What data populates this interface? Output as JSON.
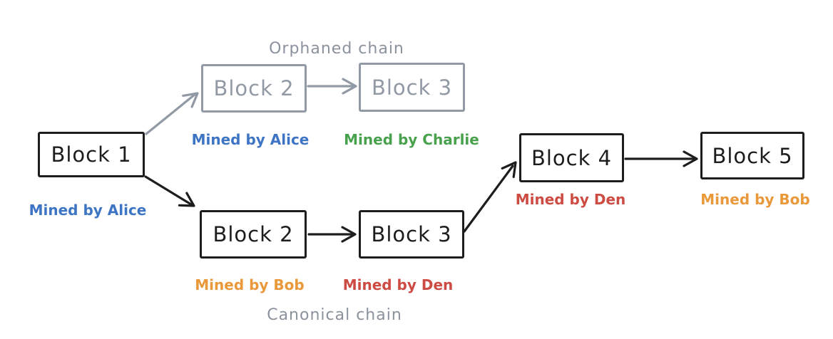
{
  "titles": {
    "orphaned": "Orphaned chain",
    "canonical": "Canonical chain"
  },
  "colors": {
    "ink_black": "#1d1d1d",
    "orphan_gray": "#9199a4",
    "chain_title_gray": "#8b929e",
    "alice_blue": "#3d74c4",
    "bob_orange": "#e9983a",
    "charlie_green": "#48a14d",
    "den_red": "#cc4b42"
  },
  "blocks": [
    {
      "label": "Block 1",
      "miner": "Mined by Alice",
      "miner_color": "#3d74c4",
      "box_color": "#1d1d1d",
      "chain": "shared"
    },
    {
      "label": "Block 2",
      "miner": "Mined by Alice",
      "miner_color": "#3d74c4",
      "box_color": "#9199a4",
      "chain": "orphaned"
    },
    {
      "label": "Block 3",
      "miner": "Mined by Charlie",
      "miner_color": "#48a14d",
      "box_color": "#9199a4",
      "chain": "orphaned"
    },
    {
      "label": "Block 2",
      "miner": "Mined by Bob",
      "miner_color": "#e9983a",
      "box_color": "#1d1d1d",
      "chain": "canonical"
    },
    {
      "label": "Block 3",
      "miner": "Mined by Den",
      "miner_color": "#cc4b42",
      "box_color": "#1d1d1d",
      "chain": "canonical"
    },
    {
      "label": "Block 4",
      "miner": "Mined by Den",
      "miner_color": "#cc4b42",
      "box_color": "#1d1d1d",
      "chain": "canonical"
    },
    {
      "label": "Block 5",
      "miner": "Mined by Bob",
      "miner_color": "#e9983a",
      "box_color": "#1d1d1d",
      "chain": "canonical"
    }
  ],
  "edges": [
    {
      "from": "Block 1",
      "to": "Orphaned Block 2",
      "color": "gray"
    },
    {
      "from": "Orphaned Block 2",
      "to": "Orphaned Block 3",
      "color": "gray"
    },
    {
      "from": "Block 1",
      "to": "Canonical Block 2",
      "color": "black"
    },
    {
      "from": "Canonical Block 2",
      "to": "Canonical Block 3",
      "color": "black"
    },
    {
      "from": "Canonical Block 3",
      "to": "Block 4",
      "color": "black"
    },
    {
      "from": "Block 4",
      "to": "Block 5",
      "color": "black"
    }
  ]
}
